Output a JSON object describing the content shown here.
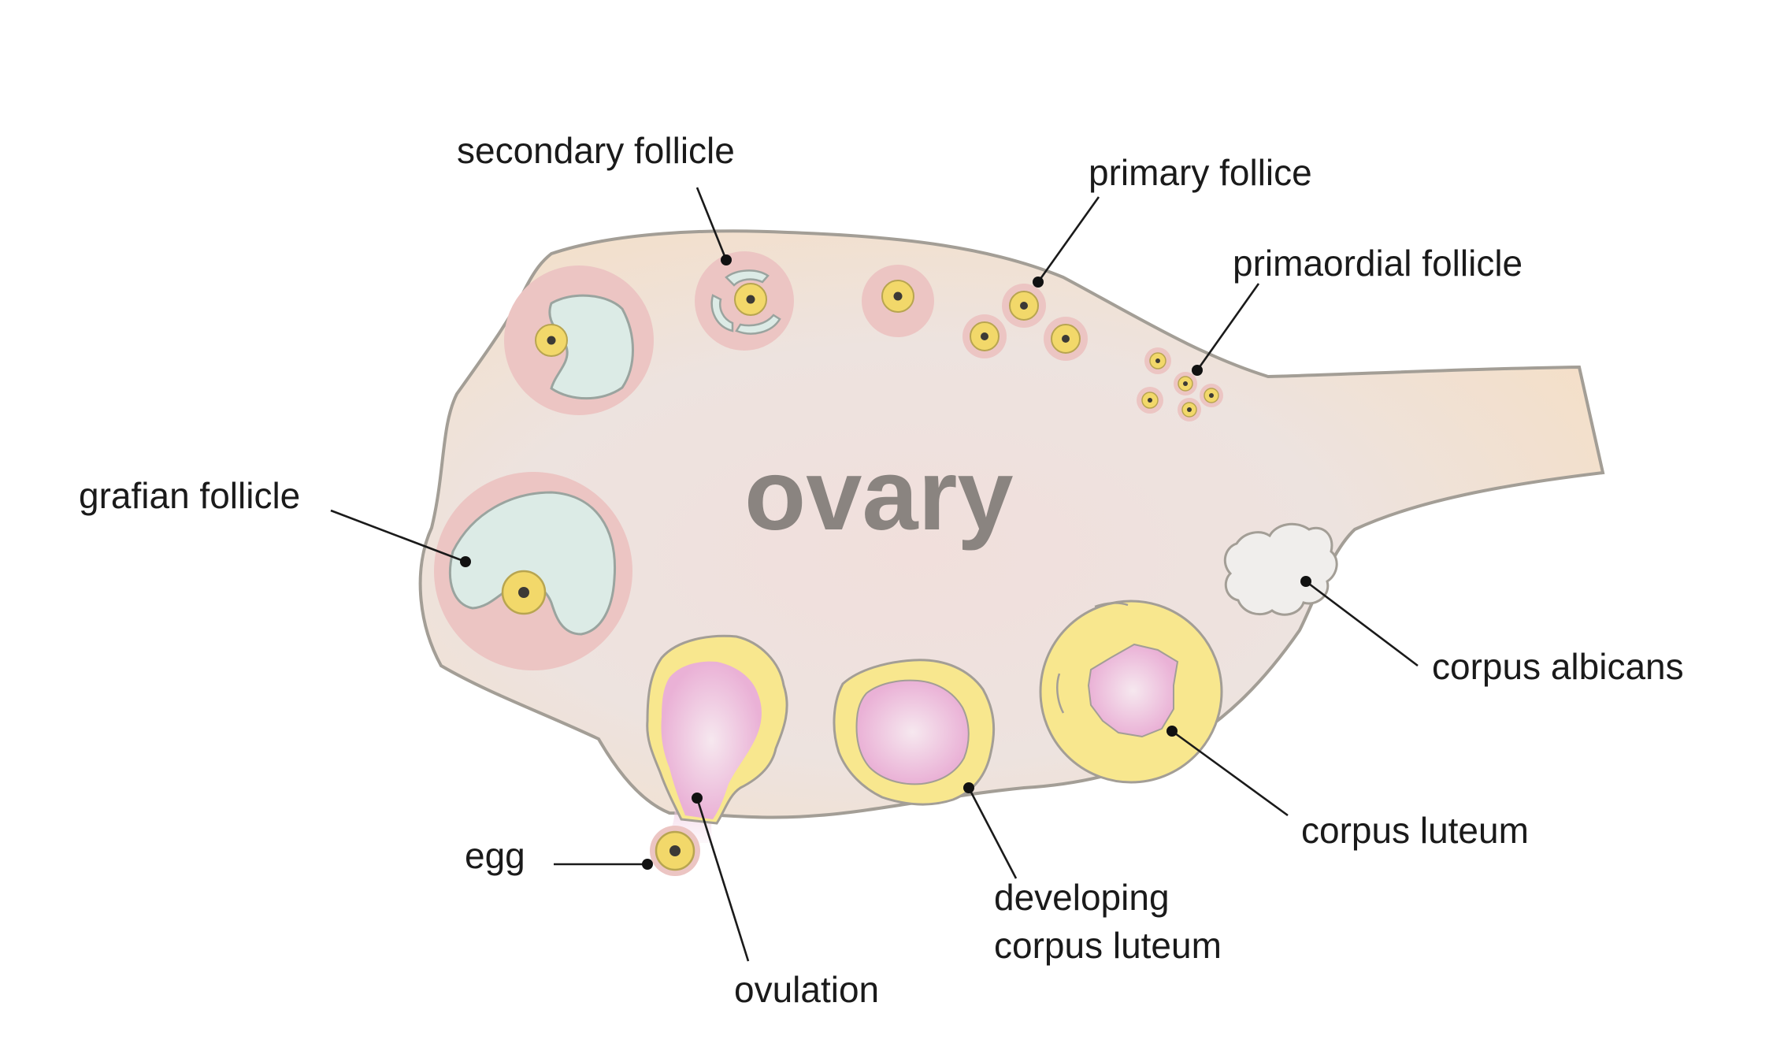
{
  "title": "ovary",
  "labels": {
    "secondary_follicle": "secondary follicle",
    "primary_follicle": "primary follice",
    "primordial_follicle": "primaordial follicle",
    "grafian_follicle": "grafian follicle",
    "corpus_albicans": "corpus albicans",
    "corpus_luteum": "corpus luteum",
    "developing_corpus_luteum_line1": "developing",
    "developing_corpus_luteum_line2": "corpus luteum",
    "egg": "egg",
    "ovulation": "ovulation"
  },
  "colors": {
    "ovary_fill": "#f0e2d8",
    "ovary_outline": "#a39e96",
    "follicle_pink": "#ecc5c3",
    "antrum": "#dcebe6",
    "oocyte_yellow": "#f2d86a",
    "nucleus": "#3c3a36",
    "luteum_yellow": "#f8e78e",
    "luteum_pink": "#eeb8da",
    "albicans": "#f0eeec",
    "title_gray": "#8a8480"
  }
}
